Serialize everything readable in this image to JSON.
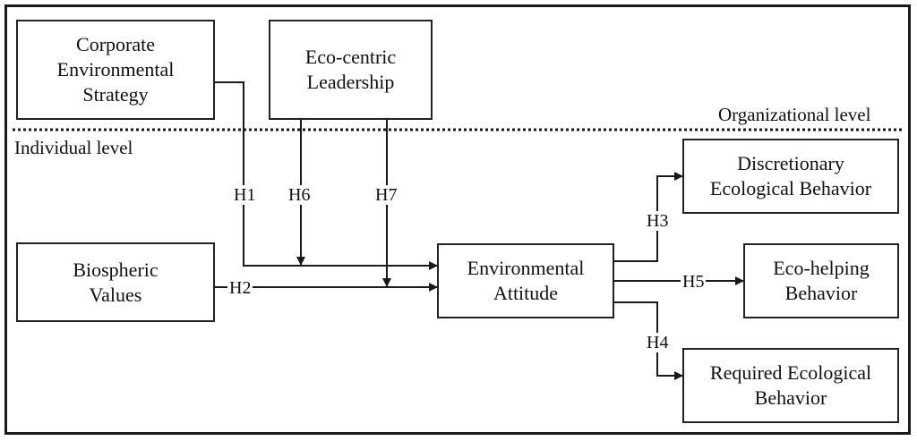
{
  "boxes": {
    "corporate_environmental_strategy": "Corporate\nEnvironmental\nStrategy",
    "eco_centric_leadership": "Eco-centric\nLeadership",
    "biospheric_values": "Biospheric\nValues",
    "environmental_attitude": "Environmental\nAttitude",
    "discretionary_ecological_behavior": "Discretionary\nEcological Behavior",
    "eco_helping_behavior": "Eco-helping\nBehavior",
    "required_ecological_behavior": "Required Ecological\nBehavior"
  },
  "levels": {
    "organizational": "Organizational level",
    "individual": "Individual level"
  },
  "hypotheses": {
    "h1": "H1",
    "h2": "H2",
    "h3": "H3",
    "h4": "H4",
    "h5": "H5",
    "h6": "H6",
    "h7": "H7"
  },
  "colors": {
    "line": "#1a1a1a",
    "box_border": "#222222",
    "background": "#ffffff"
  }
}
